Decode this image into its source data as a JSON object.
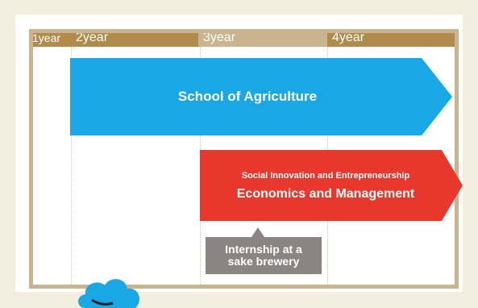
{
  "years": [
    "1year",
    "2year",
    "3year",
    "4year"
  ],
  "programs": {
    "agriculture": "School of Agriculture",
    "innovation_sub": "Social Innovation and Entrepreneurship",
    "economics": "Economics and Management"
  },
  "internship": {
    "line1": "Internship at a",
    "line2": "sake brewery"
  },
  "colors": {
    "agriculture": "#1aa7e6",
    "economics": "#e8372d",
    "internship": "#8a8482",
    "frame": "#c9b48f",
    "header": "#b08b4c",
    "background": "#f3ede0"
  },
  "icons": [
    "cloud-icon"
  ]
}
